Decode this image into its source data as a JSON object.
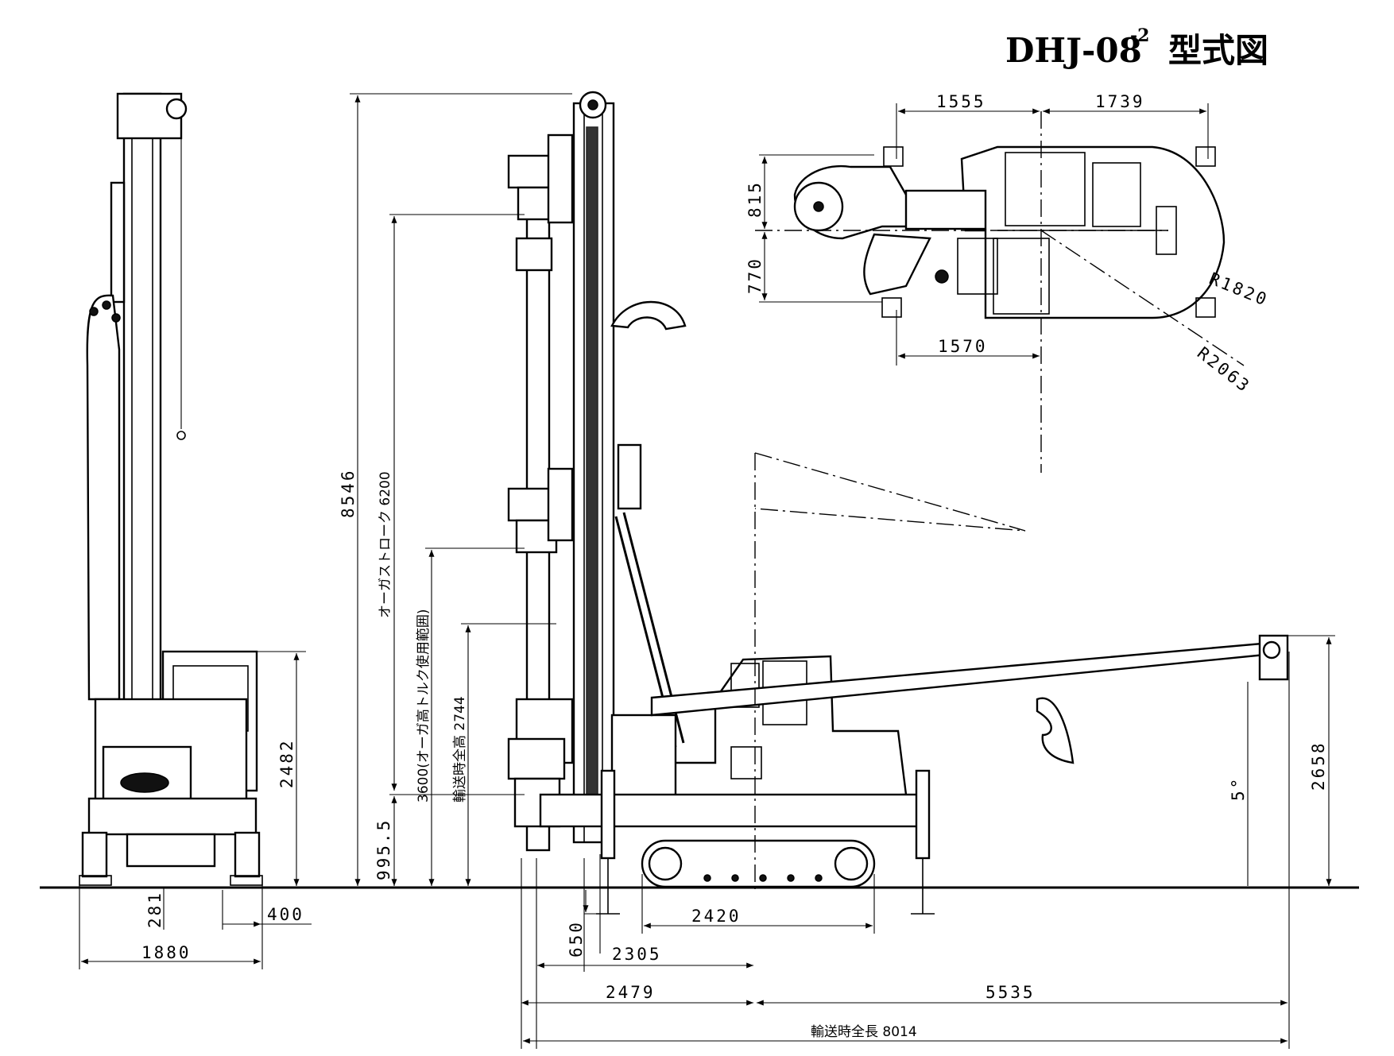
{
  "title": {
    "model": "DHJ-08",
    "superscript": "-2",
    "suffix": "型式図"
  },
  "dims": {
    "front_width": "1880",
    "outrigger_offset": "400",
    "ground_clearance": "281",
    "front_height": "2482",
    "overall_height": "8546",
    "auger_stroke": "オーガストローク 6200",
    "base_height": "995.5",
    "transport_height": "3600(オーガ高トルク使用範囲)",
    "usable_range": "輸送時全高 2744",
    "outrigger_height": "650",
    "crawler_length": "2420",
    "front_to_center": "2305",
    "front_overhang": "2479",
    "rear_length": "5535",
    "transport_length": "輸送時全長 8014",
    "boom_tip_height": "2658",
    "boom_angle": "5°",
    "top_front": "1555",
    "top_rear": "1739",
    "top_upper_width": "815",
    "top_lower_width": "770",
    "top_pivot": "1570",
    "tail_radius": "R1820",
    "swing_radius": "R2063"
  }
}
